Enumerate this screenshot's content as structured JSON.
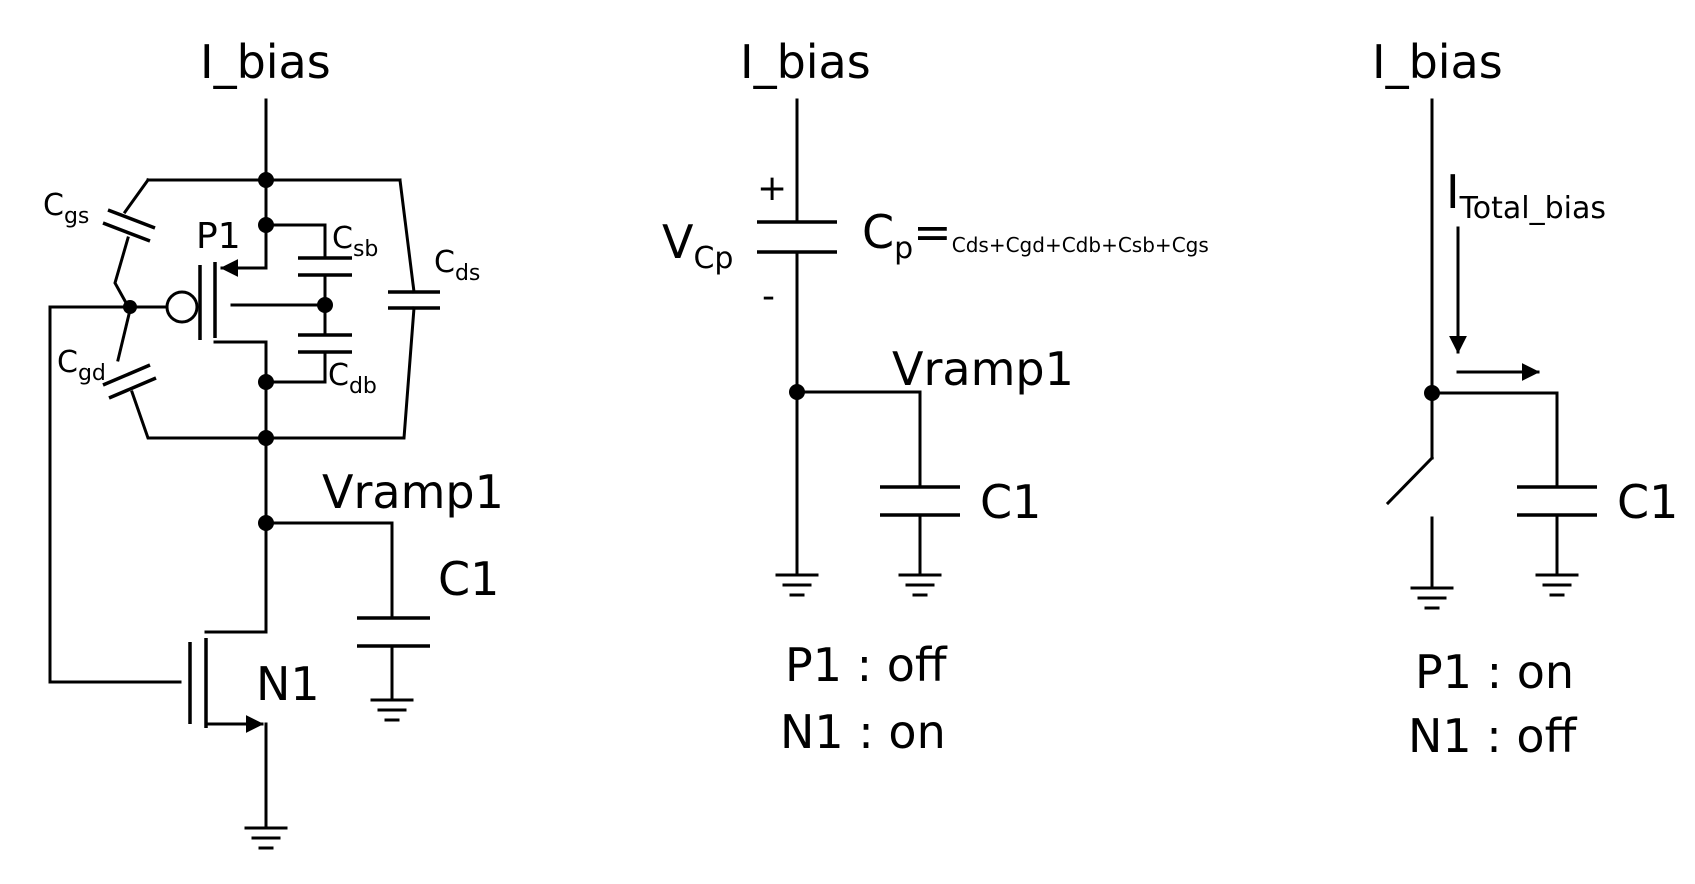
{
  "panel1": {
    "supply_label": "I_bias",
    "pmos_label": "P1",
    "nmos_label": "N1",
    "node_label": "Vramp1",
    "cap_label": "C1",
    "cgs": {
      "main": "C",
      "sub": "gs"
    },
    "csb": {
      "main": "C",
      "sub": "sb"
    },
    "cds": {
      "main": "C",
      "sub": "ds"
    },
    "cgd": {
      "main": "C",
      "sub": "gd"
    },
    "cdb": {
      "main": "C",
      "sub": "db"
    }
  },
  "panel2": {
    "supply_label": "I_bias",
    "plus_sign": "+",
    "minus_sign": "-",
    "vcp": {
      "main": "V",
      "sub": "Cp"
    },
    "cp": {
      "main": "C",
      "sub": "p",
      "equals": "="
    },
    "cp_sum": [
      {
        "main": "C",
        "sub": "ds"
      },
      {
        "main": "C",
        "sub": "gd"
      },
      {
        "main": "C",
        "sub": "db"
      },
      {
        "main": "C",
        "sub": "sb"
      },
      {
        "main": "C",
        "sub": "gs"
      }
    ],
    "plus_op": "+",
    "node_label": "Vramp1",
    "cap_label": "C1",
    "state_p1": "P1 : off",
    "state_n1": "N1 : on"
  },
  "panel3": {
    "supply_label": "I_bias",
    "current": {
      "main": "I",
      "sub": "Total_bias"
    },
    "cap_label": "C1",
    "state_p1": "P1 : on",
    "state_n1": "N1 : off"
  }
}
